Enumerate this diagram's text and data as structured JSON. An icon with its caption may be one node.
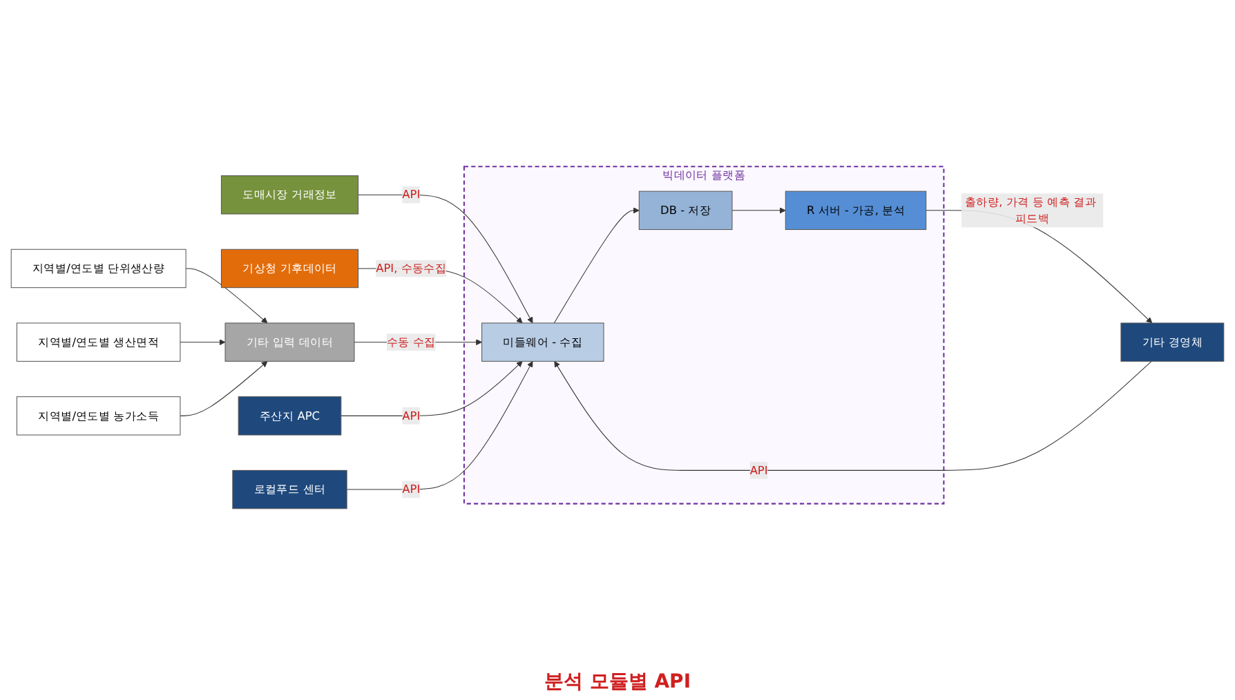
{
  "diagram": {
    "nodes": [
      {
        "text": [
          "도매시장 거래정보"
        ]
      },
      {
        "text": [
          "기상청 기후데이터"
        ]
      },
      {
        "text": [
          "기타 입력 데이터"
        ]
      },
      {
        "text": [
          "지역별/연도별 단위생산량"
        ]
      },
      {
        "text": [
          "지역별/연도별 생산면적"
        ]
      },
      {
        "text": [
          "지역별/연도별 농가소득"
        ]
      },
      {
        "text": [
          "빅데이터 플랫폼"
        ]
      },
      {
        "text": [
          "주산지 APC"
        ]
      },
      {
        "text": [
          "로컬푸드 센터"
        ]
      },
      {
        "text": [
          "기타 경영체"
        ]
      },
      {
        "text": [
          "미들웨어 - 수집"
        ],
        "in": 6
      },
      {
        "text": [
          "DB - 저장"
        ],
        "in": 6
      },
      {
        "text": [
          "R 서버 - 가공, 분석"
        ],
        "in": 6
      }
    ],
    "edges": [
      {
        "from": 3,
        "to": 2,
        "arrow": "to"
      },
      {
        "from": 4,
        "to": 2,
        "arrow": "to"
      },
      {
        "from": 5,
        "to": 2,
        "arrow": "to"
      },
      {
        "from": 0,
        "to": 10,
        "label": "API",
        "arrow": "to"
      },
      {
        "from": 1,
        "to": 10,
        "label": "API, 수동수집",
        "arrow": "to"
      },
      {
        "from": 2,
        "to": 10,
        "label": "수동 수집",
        "arrow": "to"
      },
      {
        "from": 7,
        "to": 10,
        "label": "API",
        "arrow": "to"
      },
      {
        "from": 8,
        "to": 10,
        "label": "API",
        "arrow": "to"
      },
      {
        "from": 9,
        "to": 10,
        "label": "API",
        "arrow": "to"
      },
      {
        "from": 10,
        "to": 11,
        "arrow": "to"
      },
      {
        "from": 11,
        "to": 12,
        "arrow": "to"
      },
      {
        "from": 12,
        "to": 9,
        "label": "출하량, 가격 등 예측 결과 피드백",
        "arrow": "to"
      }
    ],
    "labels": [
      "분석 모듈별 API"
    ]
  }
}
